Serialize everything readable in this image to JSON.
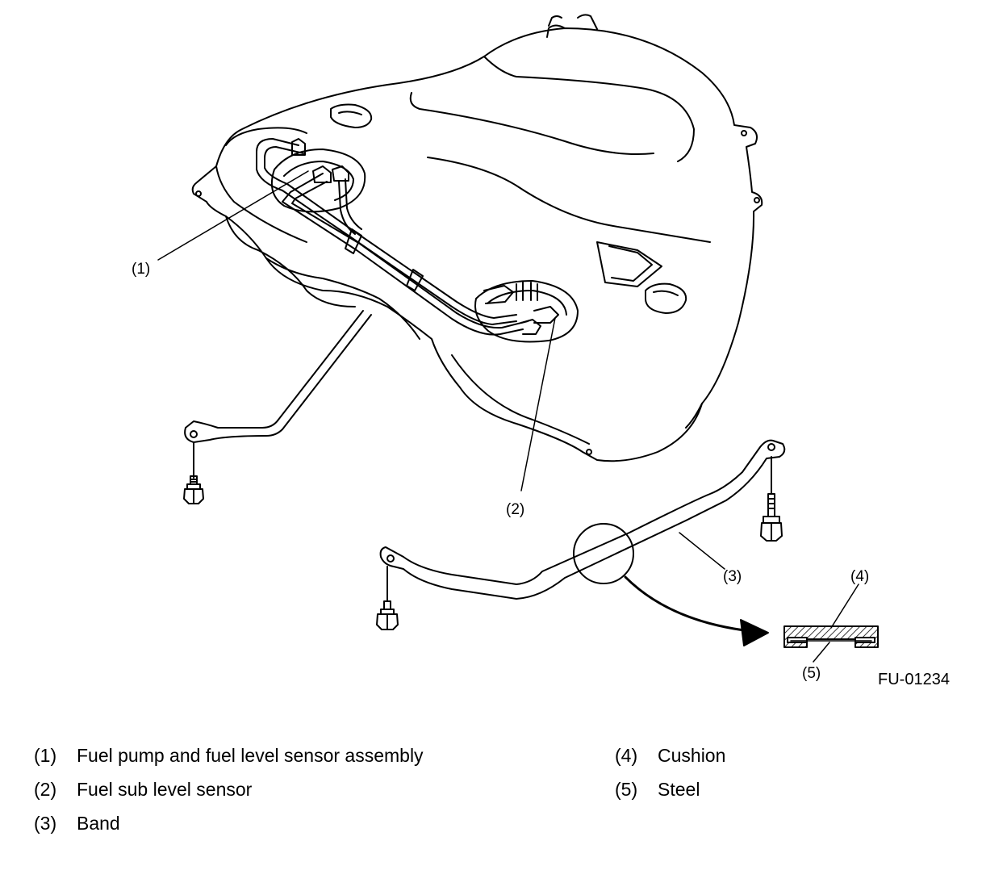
{
  "figure": {
    "id": "FU-01234",
    "callouts": {
      "c1": "(1)",
      "c2": "(2)",
      "c3": "(3)",
      "c4": "(4)",
      "c5": "(5)"
    },
    "colors": {
      "line": "#000000",
      "background": "#ffffff"
    }
  },
  "legend": [
    {
      "num": "(1)",
      "text": "Fuel pump and fuel level sensor assembly"
    },
    {
      "num": "(2)",
      "text": "Fuel sub level sensor"
    },
    {
      "num": "(3)",
      "text": "Band"
    },
    {
      "num": "(4)",
      "text": "Cushion"
    },
    {
      "num": "(5)",
      "text": "Steel"
    }
  ]
}
